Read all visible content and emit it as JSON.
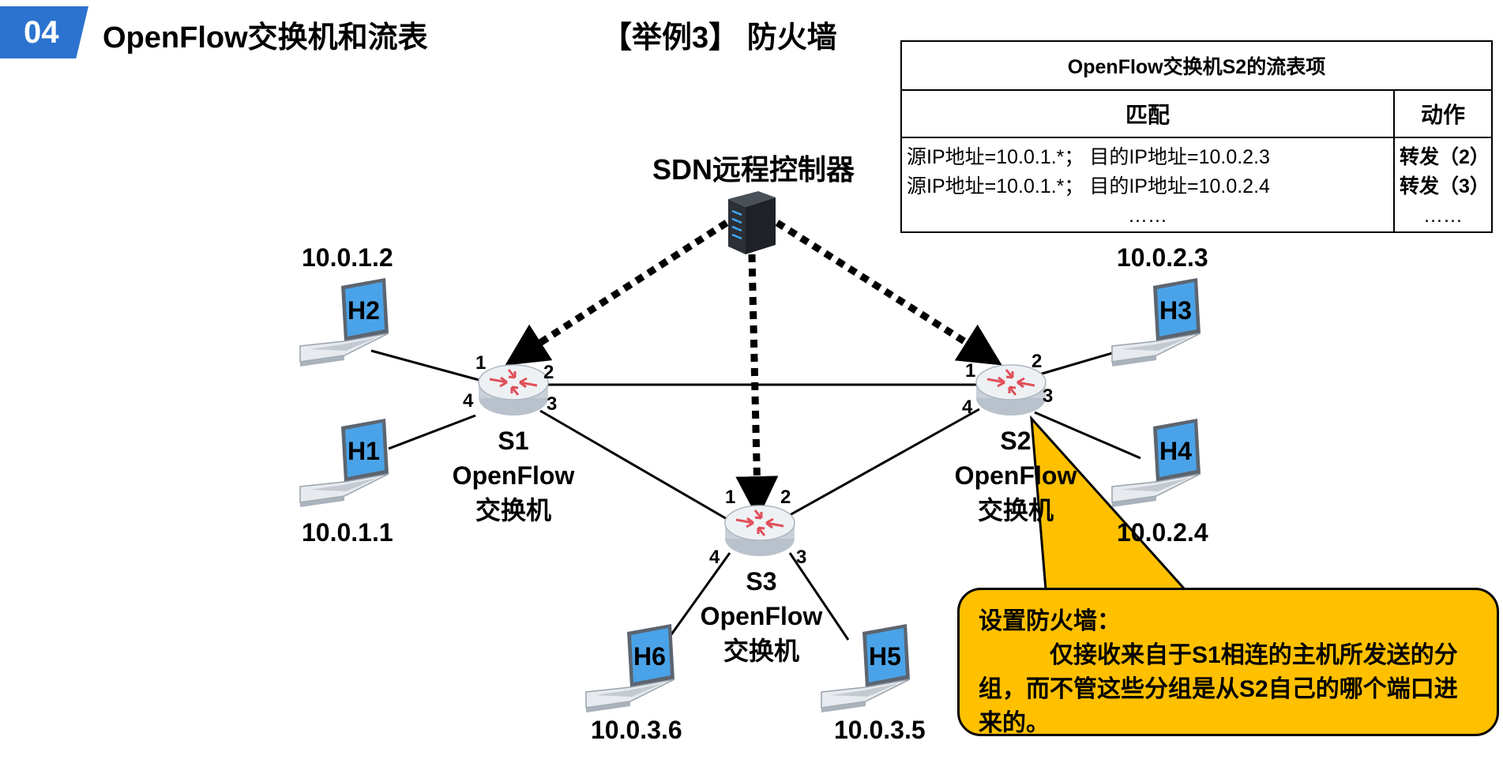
{
  "header": {
    "badge": "04",
    "title": "OpenFlow交换机和流表",
    "example": "【举例3】 防火墙"
  },
  "controller": {
    "label": "SDN远程控制器"
  },
  "hosts": [
    {
      "id": "H2",
      "ip": "10.0.1.2"
    },
    {
      "id": "H1",
      "ip": "10.0.1.1"
    },
    {
      "id": "H3",
      "ip": "10.0.2.3"
    },
    {
      "id": "H4",
      "ip": "10.0.2.4"
    },
    {
      "id": "H6",
      "ip": "10.0.3.6"
    },
    {
      "id": "H5",
      "ip": "10.0.3.5"
    }
  ],
  "switches": [
    {
      "id": "S1",
      "line1": "OpenFlow",
      "line2": "交换机"
    },
    {
      "id": "S2",
      "line1": "OpenFlow",
      "line2": "交换机"
    },
    {
      "id": "S3",
      "line1": "OpenFlow",
      "line2": "交换机"
    }
  ],
  "ports": [
    "1",
    "2",
    "3",
    "4"
  ],
  "flow_table": {
    "caption": "OpenFlow交换机S2的流表项",
    "match_header": "匹配",
    "action_header": "动作",
    "rows": [
      {
        "match": "源IP地址=10.0.1.*； 目的IP地址=10.0.2.3",
        "action": "转发（2）"
      },
      {
        "match": "源IP地址=10.0.1.*； 目的IP地址=10.0.2.4",
        "action": "转发（3）"
      },
      {
        "match": "……",
        "action": "……"
      }
    ]
  },
  "callout": {
    "title": "设置防火墙：",
    "body": "仅接收来自于S1相连的主机所发送的分组，而不管这些分组是从S2自己的哪个端口进来的。"
  },
  "colors": {
    "badge": "#2b73cf",
    "callout": "#ffc000",
    "screen": "#4aa3e8"
  }
}
